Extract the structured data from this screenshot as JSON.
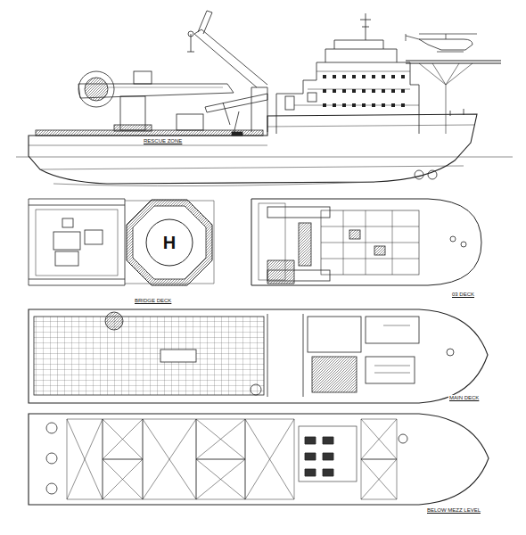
{
  "diagram": {
    "nodes": [
      {
        "text": [
          "H"
        ]
      }
    ],
    "labels": [
      "RESCUE ZONE",
      "BRIDGE DECK",
      "03 DECK",
      "MAIN DECK",
      "BELOW MEZZ LEVEL"
    ]
  }
}
